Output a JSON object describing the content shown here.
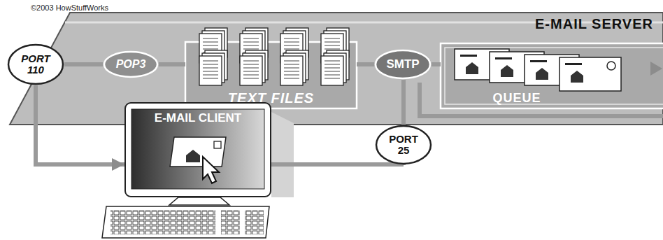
{
  "diagram": {
    "nodes": [
      {
        "text": [
          "E-MAIL SERVER"
        ]
      },
      {
        "text": [
          "PORT 110"
        ]
      },
      {
        "text": [
          "POP3"
        ],
        "in": 0
      },
      {
        "text": [
          "TEXT FILES"
        ],
        "in": 0
      },
      {
        "text": [
          "SMTP"
        ],
        "in": 0
      },
      {
        "text": [
          "QUEUE"
        ],
        "in": 0
      },
      {
        "text": [
          "E-MAIL CLIENT"
        ]
      },
      {
        "text": [
          "PORT 25"
        ]
      }
    ],
    "edges": [
      {
        "from": 2,
        "to": 1,
        "arrow": "none"
      },
      {
        "from": 2,
        "to": 3,
        "arrow": "none"
      },
      {
        "from": 3,
        "to": 4,
        "arrow": "none"
      },
      {
        "from": 4,
        "to": 5,
        "arrow": "none"
      },
      {
        "from": 1,
        "to": 6,
        "arrow": "to"
      },
      {
        "from": 6,
        "to": 7,
        "arrow": "to"
      },
      {
        "from": 7,
        "to": 4,
        "arrow": "none"
      }
    ],
    "labels": [
      "©2003 HowStuffWorks"
    ]
  }
}
